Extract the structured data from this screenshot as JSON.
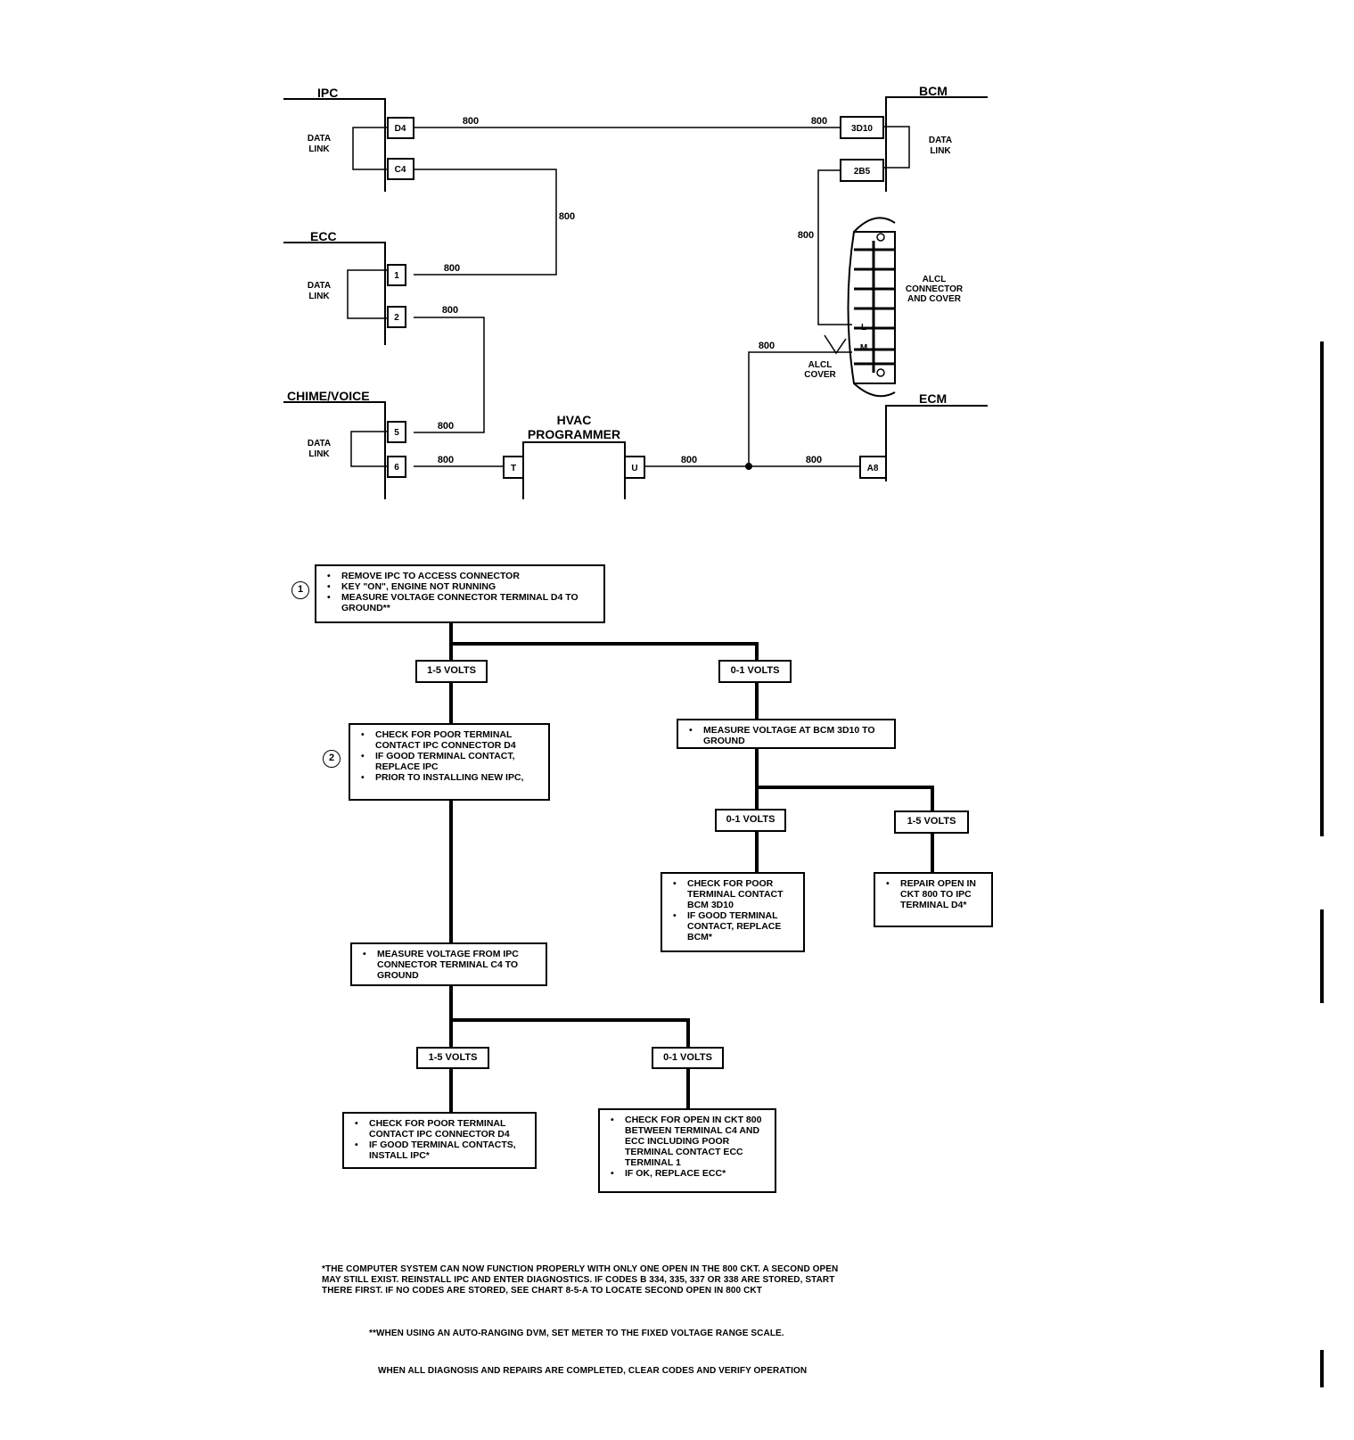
{
  "wiring": {
    "modules": {
      "ipc": "IPC",
      "bcm": "BCM",
      "ecc": "ECC",
      "chime": "CHIME/VOICE",
      "ecm": "ECM",
      "hvac_line1": "HVAC",
      "hvac_line2": "PROGRAMMER",
      "alcl_line1": "ALCL",
      "alcl_line2": "CONNECTOR",
      "alcl_line3": "AND COVER",
      "alcl_cover_line1": "ALCL",
      "alcl_cover_line2": "COVER"
    },
    "data_link_line1": "DATA",
    "data_link_line2": "LINK",
    "terminals": {
      "ipc_d4": "D4",
      "ipc_c4": "C4",
      "ecc_1": "1",
      "ecc_2": "2",
      "chime_5": "5",
      "chime_6": "6",
      "hvac_t": "T",
      "hvac_u": "U",
      "bcm_3d10": "3D10",
      "bcm_2b5": "2B5",
      "ecm_a8": "A8",
      "alcl_l": "L",
      "alcl_m": "M"
    },
    "wire_label": "800"
  },
  "flowchart": {
    "step1_num": "1",
    "step2_num": "2",
    "box_start": [
      "REMOVE IPC TO ACCESS CONNECTOR",
      "KEY \"ON\", ENGINE NOT RUNNING",
      "MEASURE VOLTAGE CONNECTOR TERMINAL D4 TO GROUND**"
    ],
    "v_1_5": "1-5 VOLTS",
    "v_0_1": "0-1 VOLTS",
    "box_check_ipc": [
      "CHECK FOR POOR TERMINAL CONTACT IPC CONNECTOR D4",
      "IF GOOD TERMINAL CONTACT, REPLACE IPC",
      "PRIOR TO INSTALLING NEW IPC,"
    ],
    "box_measure_bcm": [
      "MEASURE VOLTAGE AT BCM 3D10 TO GROUND"
    ],
    "box_check_bcm": [
      "CHECK FOR POOR TERMINAL CONTACT BCM 3D10",
      "IF GOOD TERMINAL CONTACT, REPLACE BCM*"
    ],
    "box_repair_open": [
      "REPAIR OPEN IN CKT 800 TO IPC TERMINAL D4*"
    ],
    "box_measure_c4": [
      "MEASURE VOLTAGE FROM IPC CONNECTOR TERMINAL C4 TO GROUND"
    ],
    "box_install_ipc": [
      "CHECK FOR POOR TERMINAL CONTACT IPC CONNECTOR D4",
      "IF GOOD TERMINAL CONTACTS, INSTALL IPC*"
    ],
    "box_check_open": [
      "CHECK FOR OPEN IN CKT 800 BETWEEN TERMINAL C4 AND ECC INCLUDING POOR TERMINAL CONTACT ECC TERMINAL 1",
      "IF OK, REPLACE ECC*"
    ]
  },
  "notes": {
    "note1_line1": "*THE COMPUTER SYSTEM CAN NOW FUNCTION PROPERLY WITH ONLY ONE OPEN IN THE 800 CKT.  A SECOND OPEN",
    "note1_line2": "MAY STILL EXIST.  REINSTALL IPC AND ENTER DIAGNOSTICS.  IF CODES B 334, 335, 337 OR 338 ARE STORED, START",
    "note1_line3": "THERE FIRST.  IF NO CODES ARE STORED, SEE CHART 8-5-A TO LOCATE SECOND OPEN IN 800 CKT",
    "note2": "**WHEN USING AN AUTO-RANGING DVM, SET METER TO THE FIXED VOLTAGE RANGE SCALE.",
    "note3": "WHEN ALL DIAGNOSIS AND REPAIRS ARE COMPLETED, CLEAR CODES AND VERIFY OPERATION"
  }
}
